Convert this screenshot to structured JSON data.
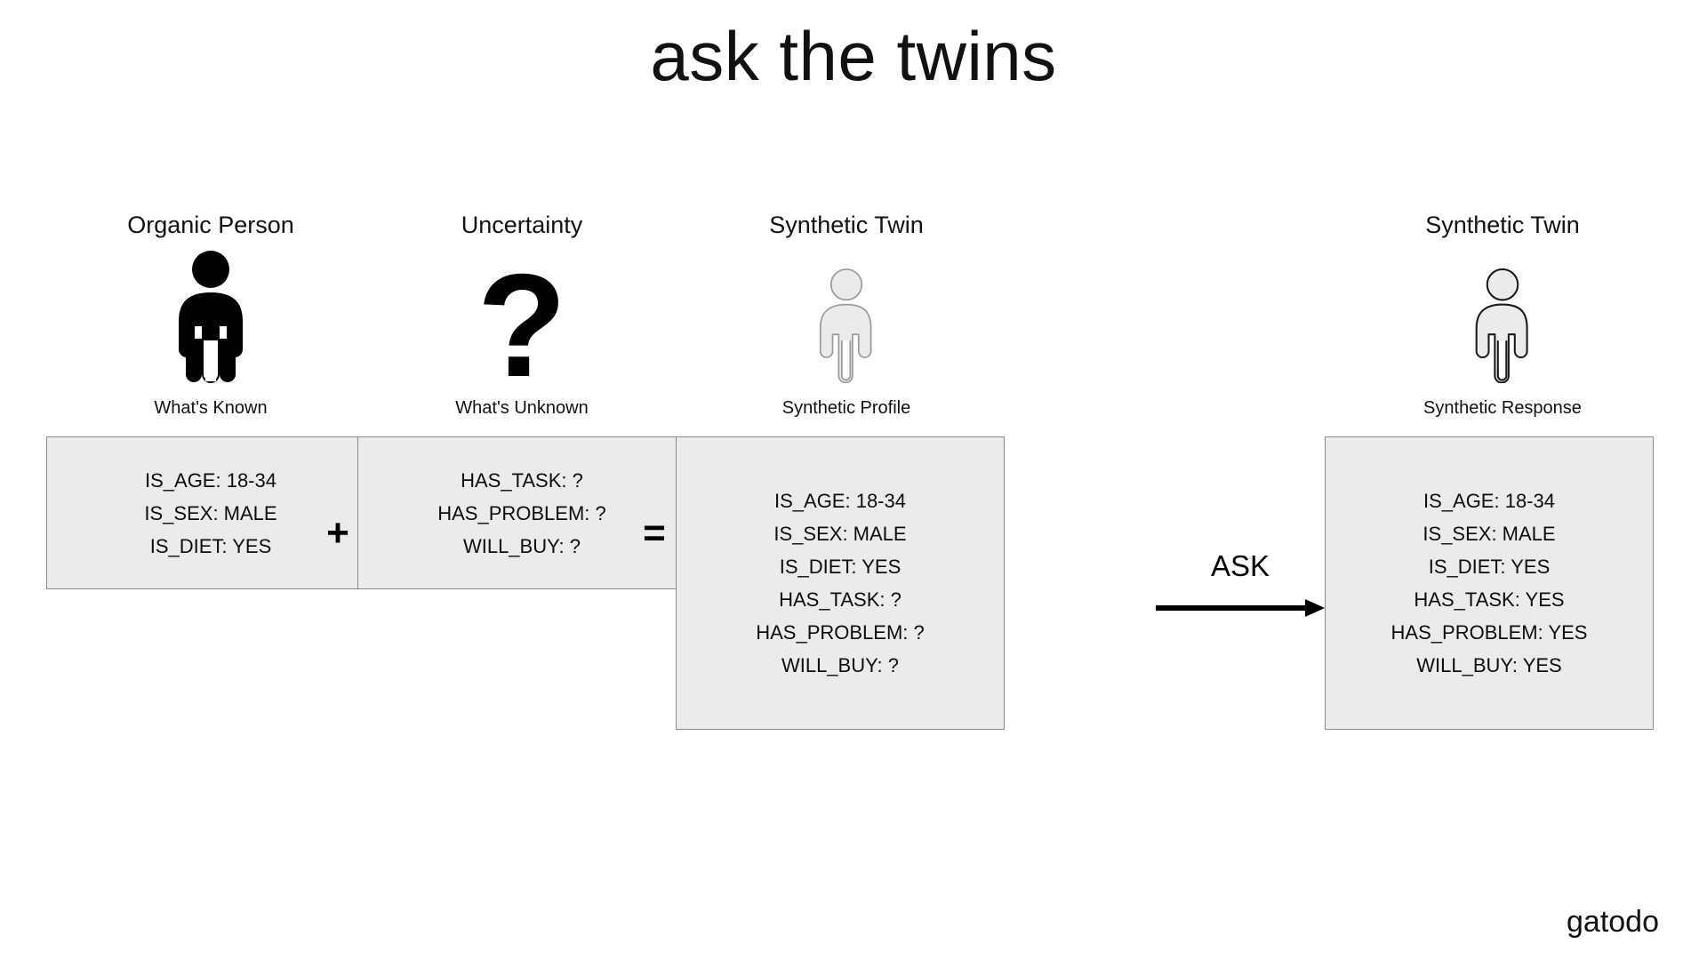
{
  "title": "ask the twins",
  "watermark": "gatodo",
  "colors": {
    "background": "#ffffff",
    "box_fill": "#ebebeb",
    "box_border": "#8a8a8a",
    "organic_icon_fill": "#000000",
    "synthetic_icon_fill": "#ebebeb",
    "synthetic_profile_outline": "#9a9a9a",
    "synthetic_response_outline": "#1a1a1a",
    "text": "#111111"
  },
  "columns": [
    {
      "id": "organic",
      "header": "Organic Person",
      "icon": "person-filled-icon",
      "caption": "What's Known",
      "attributes": [
        "IS_AGE: 18-34",
        "IS_SEX: MALE",
        "IS_DIET: YES"
      ]
    },
    {
      "id": "uncertainty",
      "header": "Uncertainty",
      "icon": "question-mark-icon",
      "icon_glyph": "?",
      "caption": "What's Unknown",
      "attributes": [
        "HAS_TASK: ?",
        "HAS_PROBLEM: ?",
        "WILL_BUY: ?"
      ]
    },
    {
      "id": "synthetic-profile",
      "header": "Synthetic Twin",
      "icon": "person-outline-light-icon",
      "caption": "Synthetic Profile",
      "attributes": [
        "IS_AGE: 18-34",
        "IS_SEX: MALE",
        "IS_DIET: YES",
        "HAS_TASK: ?",
        "HAS_PROBLEM: ?",
        "WILL_BUY: ?"
      ]
    },
    {
      "id": "synthetic-response",
      "header": "Synthetic Twin",
      "icon": "person-outline-dark-icon",
      "caption": "Synthetic Response",
      "attributes": [
        "IS_AGE: 18-34",
        "IS_SEX: MALE",
        "IS_DIET: YES",
        "HAS_TASK: YES",
        "HAS_PROBLEM: YES",
        "WILL_BUY: YES"
      ]
    }
  ],
  "operators": {
    "plus": "+",
    "equals": "=",
    "ask": "ASK"
  }
}
